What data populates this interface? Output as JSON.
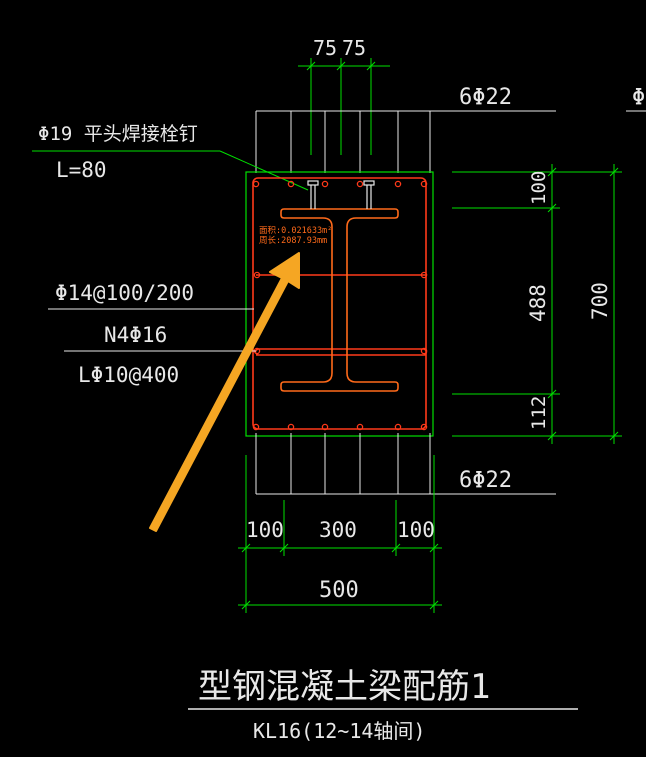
{
  "colors": {
    "background": "#000000",
    "dimension_line": "#00e000",
    "drawing_text": "#e8e8e8",
    "rebar": "#e8e8e8",
    "steel_section": "#ff6a1a",
    "stirrup_and_bar": "#ff3a1a",
    "arrow": "#f5a623"
  },
  "dimensions": {
    "top_spacing_a": "75",
    "top_spacing_b": "75",
    "right_top": "100",
    "right_middle": "488",
    "right_bottom": "112",
    "right_total": "700",
    "bottom_left": "100",
    "bottom_middle": "300",
    "bottom_right": "100",
    "bottom_total": "500"
  },
  "labels": {
    "top_rebar": "6Φ22",
    "top_rebar_partial": "Φ",
    "shear_stud": "Φ19 平头焊接栓钉",
    "stud_length": "L=80",
    "stirrup": "Φ14@100/200",
    "side_bar": "N4Φ16",
    "tie_bar": "LΦ10@400",
    "bottom_rebar": "6Φ22",
    "section_area": "面积:0.021633m²",
    "section_perimeter": "周长:2087.93mm"
  },
  "title": {
    "main": "型钢混凝土梁配筋1",
    "sub": "KL16(12~14轴间)"
  },
  "icons": {
    "annotation_arrow": "arrow-up-right-icon"
  }
}
